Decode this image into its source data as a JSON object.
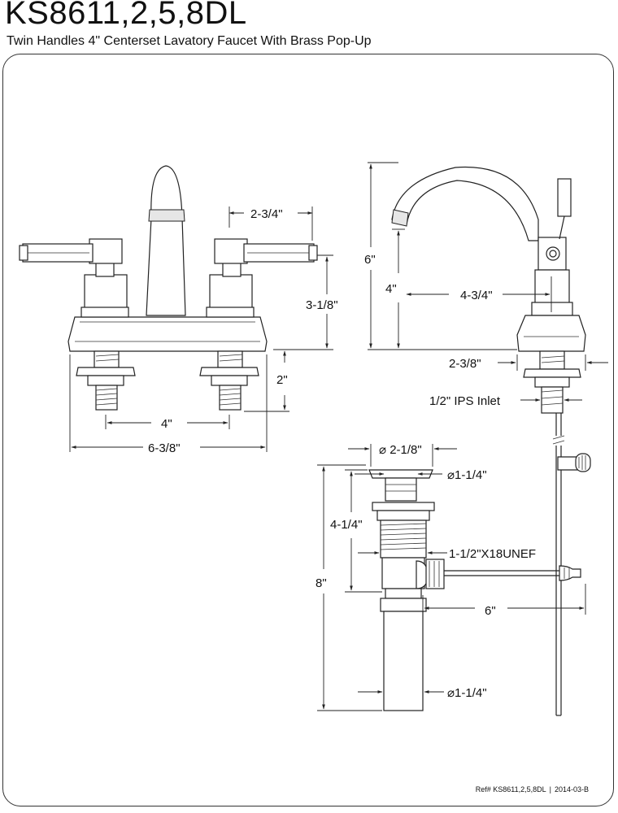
{
  "title": "KS8611,2,5,8DL",
  "subtitle": "Twin Handles 4\" Centerset Lavatory Faucet With Brass Pop-Up",
  "dimensions": {
    "handle_offset": "2-3/4\"",
    "body_height": "3-1/8\"",
    "shank_length": "2\"",
    "centerset": "4\"",
    "base_width": "6-3/8\"",
    "total_height": "6\"",
    "spout_height": "4\"",
    "spout_reach": "4-3/4\"",
    "base_depth": "2-3/8\"",
    "inlet": "1/2\" IPS Inlet",
    "flange_diameter": "⌀ 2-1/8\"",
    "strainer_diameter": "⌀1-1/4\"",
    "popup_body_length": "4-1/4\"",
    "thread": "1-1/2\"X18UNEF",
    "popup_height": "8\"",
    "rod_length": "6\"",
    "tailpiece_diameter": "⌀1-1/4\""
  },
  "footer": {
    "ref": "Ref# KS8611,2,5,8DL",
    "separator": "|",
    "version": "2014-03-B"
  }
}
